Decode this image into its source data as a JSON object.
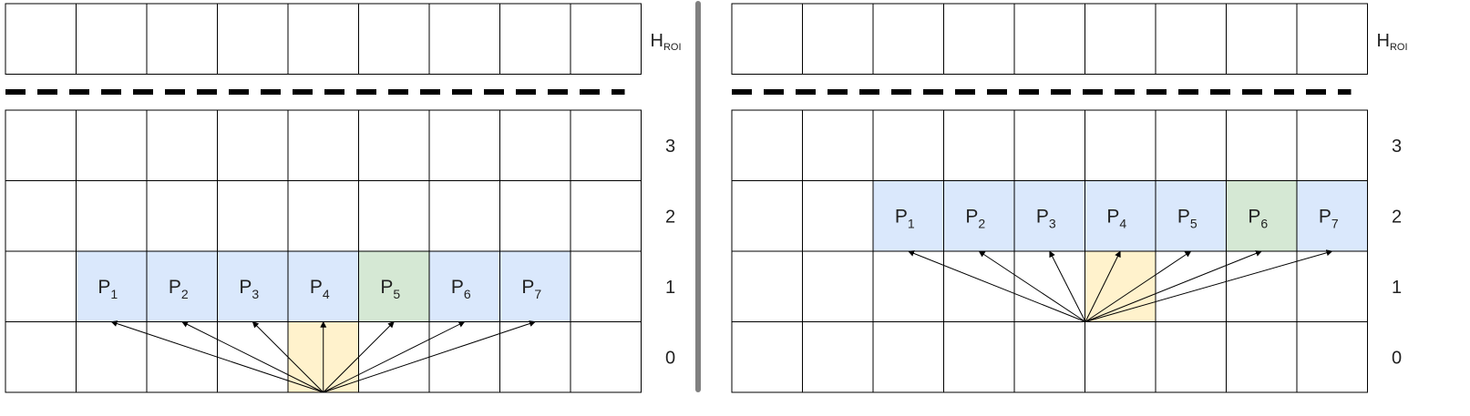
{
  "panels": [
    {
      "id": "left",
      "header_label": "H",
      "header_sub": "ROI",
      "row_labels": [
        "3",
        "2",
        "1",
        "0"
      ],
      "cols": 9,
      "origin": {
        "row": 0,
        "col": 4
      },
      "p_row": 1,
      "p_cells": [
        {
          "label": "P",
          "sub": "1",
          "col": 1,
          "kind": "blue"
        },
        {
          "label": "P",
          "sub": "2",
          "col": 2,
          "kind": "blue"
        },
        {
          "label": "P",
          "sub": "3",
          "col": 3,
          "kind": "blue"
        },
        {
          "label": "P",
          "sub": "4",
          "col": 4,
          "kind": "blue"
        },
        {
          "label": "P",
          "sub": "5",
          "col": 5,
          "kind": "green"
        },
        {
          "label": "P",
          "sub": "6",
          "col": 6,
          "kind": "blue"
        },
        {
          "label": "P",
          "sub": "7",
          "col": 7,
          "kind": "blue"
        }
      ]
    },
    {
      "id": "right",
      "header_label": "H",
      "header_sub": "ROI",
      "row_labels": [
        "3",
        "2",
        "1",
        "0"
      ],
      "cols": 9,
      "origin": {
        "row": 1,
        "col": 5
      },
      "p_row": 2,
      "p_cells": [
        {
          "label": "P",
          "sub": "1",
          "col": 2,
          "kind": "blue"
        },
        {
          "label": "P",
          "sub": "2",
          "col": 3,
          "kind": "blue"
        },
        {
          "label": "P",
          "sub": "3",
          "col": 4,
          "kind": "blue"
        },
        {
          "label": "P",
          "sub": "4",
          "col": 5,
          "kind": "blue"
        },
        {
          "label": "P",
          "sub": "5",
          "col": 6,
          "kind": "blue"
        },
        {
          "label": "P",
          "sub": "6",
          "col": 7,
          "kind": "green"
        },
        {
          "label": "P",
          "sub": "7",
          "col": 8,
          "kind": "blue"
        }
      ]
    }
  ],
  "colors": {
    "blue": "#dae8fc",
    "green": "#d5e8d4",
    "yellow": "#fff2cc",
    "grid": "#000000",
    "divider": "#808080"
  }
}
